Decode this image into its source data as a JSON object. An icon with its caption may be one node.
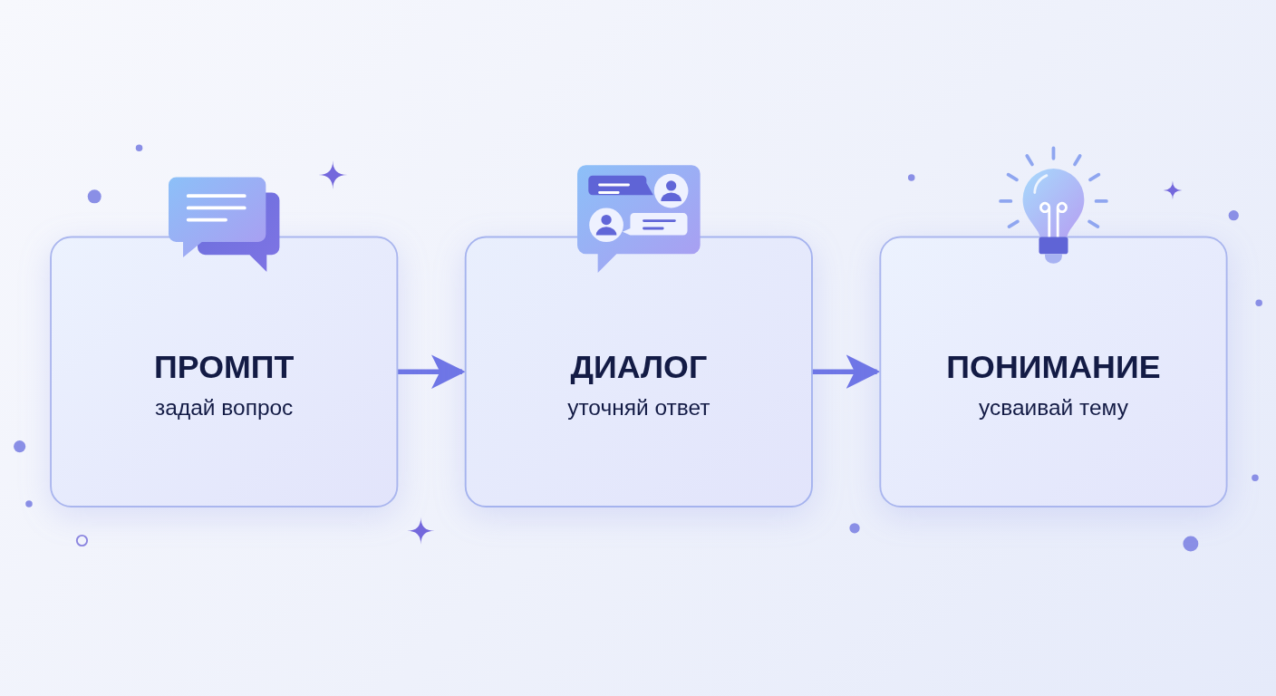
{
  "diagram": {
    "nodes": [
      {
        "text": [
          "ПРОМПТ",
          "задай вопрос"
        ]
      },
      {
        "text": [
          "ДИАЛОГ",
          "уточняй ответ"
        ]
      },
      {
        "text": [
          "ПОНИМАНИЕ",
          "усваивай тему"
        ]
      }
    ],
    "edges": [
      {
        "from": 0,
        "to": 1,
        "arrow": "to"
      },
      {
        "from": 1,
        "to": 2,
        "arrow": "to"
      }
    ]
  }
}
